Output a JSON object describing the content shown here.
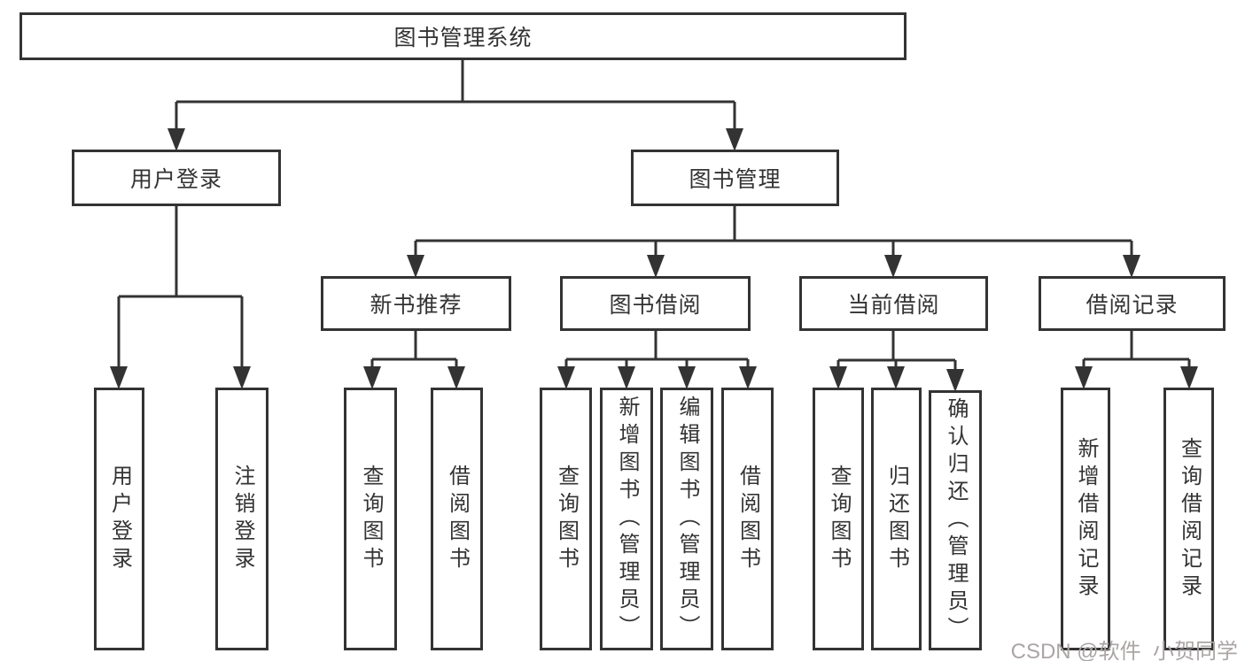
{
  "tree": {
    "root": {
      "label": "图书管理系统"
    },
    "branches": [
      {
        "label": "用户登录",
        "children": [
          {
            "label": "用户登录"
          },
          {
            "label": "注销登录"
          }
        ]
      },
      {
        "label": "图书管理",
        "children": [
          {
            "label": "新书推荐",
            "children": [
              {
                "label": "查询图书"
              },
              {
                "label": "借阅图书"
              }
            ]
          },
          {
            "label": "图书借阅",
            "children": [
              {
                "label": "查询图书"
              },
              {
                "label": "新增图书（管理员）"
              },
              {
                "label": "编辑图书（管理员）"
              },
              {
                "label": "借阅图书"
              }
            ]
          },
          {
            "label": "当前借阅",
            "children": [
              {
                "label": "查询图书"
              },
              {
                "label": "归还图书"
              },
              {
                "label": "确认归还（管理员）"
              }
            ]
          },
          {
            "label": "借阅记录",
            "children": [
              {
                "label": "新增借阅记录"
              },
              {
                "label": "查询借阅记录"
              }
            ]
          }
        ]
      }
    ]
  },
  "watermark": {
    "text": "CSDN @软件_小贺同学",
    "color": "#aba5a5"
  },
  "colors": {
    "line": "#333333",
    "box_border": "#333333",
    "box_fill": "#ffffff",
    "text": "#333333",
    "background": "#ffffff"
  }
}
